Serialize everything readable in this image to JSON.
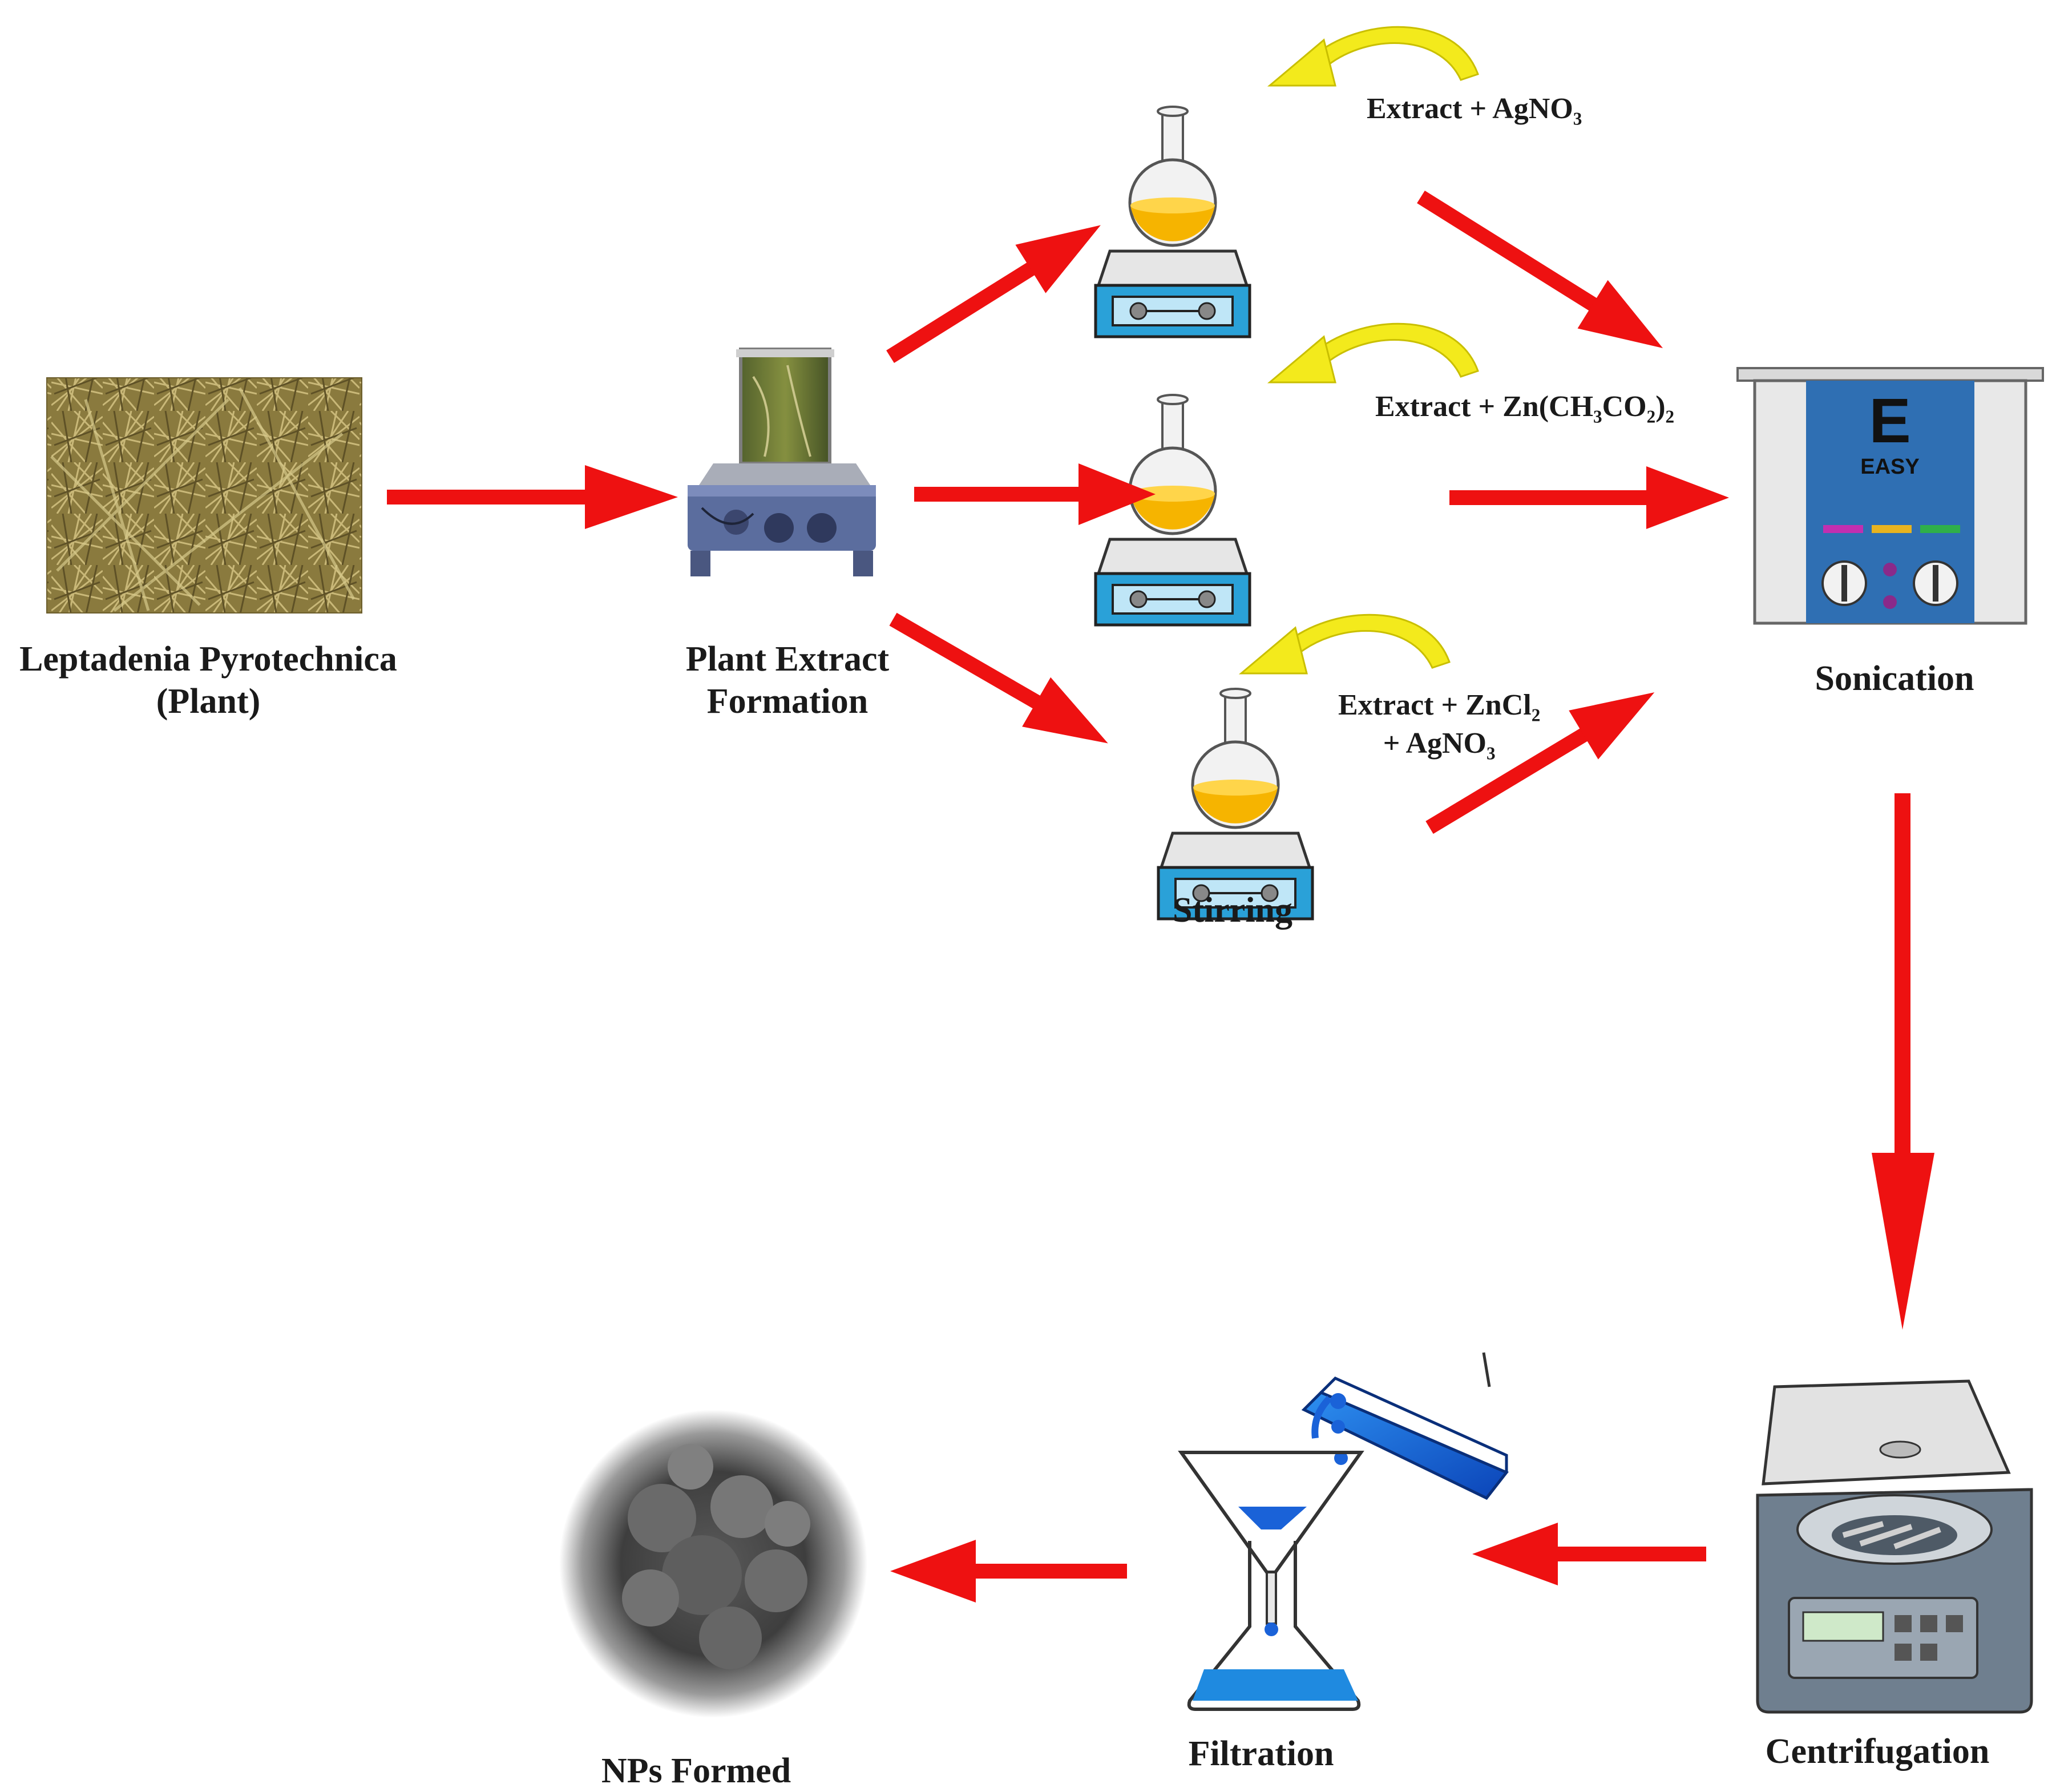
{
  "steps": {
    "plant_line1": "Leptadenia Pyrotechnica",
    "plant_line2": "(Plant)",
    "extract_line1": "Plant Extract",
    "extract_line2": "Formation",
    "stirring": "Stirring",
    "sonication": "Sonication",
    "centrifugation": "Centrifugation",
    "filtration": "Filtration",
    "nps": "NPs Formed"
  },
  "reagents": {
    "r1_prefix": "Extract + AgNO",
    "r1_sub": "3",
    "r2_prefix": "Extract + Zn(CH",
    "r2_sub_a": "3",
    "r2_mid": "CO",
    "r2_sub_b": "2",
    "r2_close": ")",
    "r2_sub_c": "2",
    "r3_prefix": "Extract + ZnCl",
    "r3_sub": "2",
    "r3_line2_prefix": "+ AgNO",
    "r3_line2_sub": "3"
  },
  "sonicator": {
    "brand_letter": "E",
    "brand_name": "EASY"
  },
  "colors": {
    "arrow": "#ee1111",
    "curved_arrow": "#f3ea1c",
    "flask_liquid": "#f6b400",
    "stirrer_blue": "#2aa1d8",
    "sonicator_panel": "#2f6fb3",
    "filter_liquid": "#1f8ae0"
  }
}
